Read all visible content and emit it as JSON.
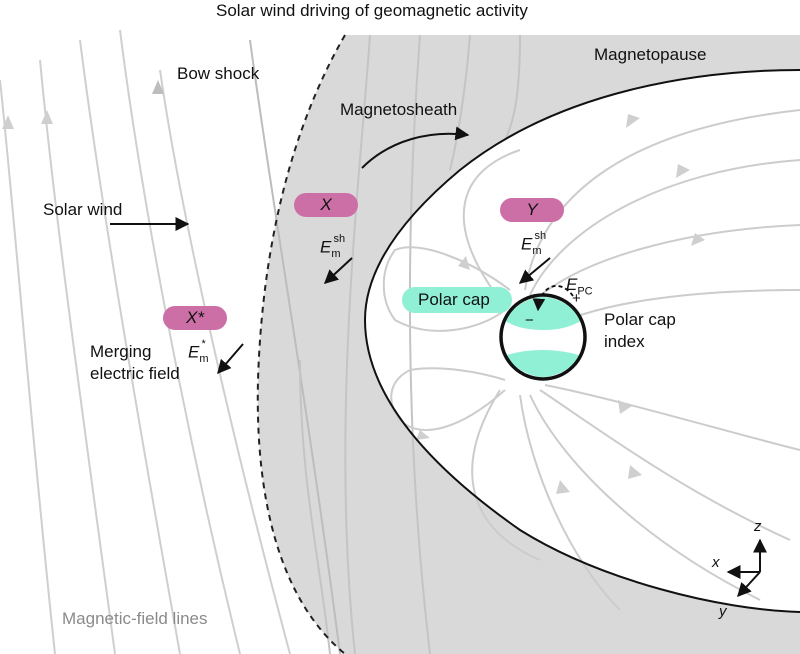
{
  "title": "Solar wind driving of geomagnetic activity",
  "labels": {
    "bow_shock": "Bow shock",
    "magnetopause": "Magnetopause",
    "magnetosheath": "Magnetosheath",
    "solar_wind": "Solar wind",
    "merging_line1": "Merging",
    "merging_line2": "electric field",
    "polar_cap": "Polar cap",
    "polar_cap_index_line1": "Polar cap",
    "polar_cap_index_line2": "index",
    "field_lines": "Magnetic-field lines",
    "plus": "+",
    "minus": "−"
  },
  "regions": {
    "x": "X",
    "x_star": "X*",
    "y": "Y"
  },
  "fields": {
    "em_base": "E",
    "em_sub": "m",
    "em_sh_sup": "sh",
    "em_star_sup": "*",
    "epc_base": "E",
    "epc_sub": "PC"
  },
  "axes": {
    "x": "x",
    "y": "y",
    "z": "z"
  },
  "colors": {
    "sheath": "#d9d9d9",
    "field_line": "#c8c8c8",
    "pill": "#cc6fa6",
    "polar_cap": "#8ff0d6",
    "text_gray": "#8a8a8a"
  }
}
